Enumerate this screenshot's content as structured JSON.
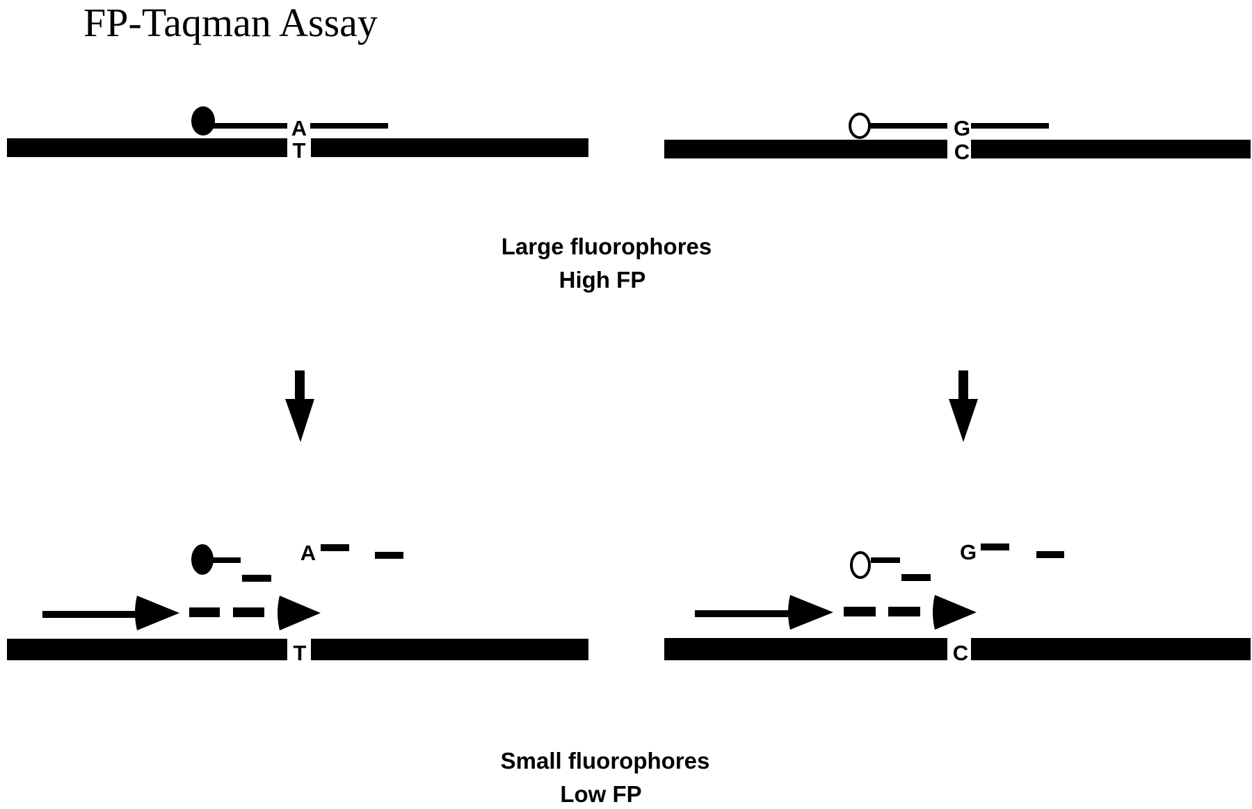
{
  "title": "FP-Taqman Assay",
  "colors": {
    "ink": "#000000",
    "background": "#ffffff"
  },
  "panels": [
    {
      "id": "allele-a",
      "fluorophore": "filled",
      "probe_base": "A",
      "template_base": "T"
    },
    {
      "id": "allele-g",
      "fluorophore": "open",
      "probe_base": "G",
      "template_base": "C"
    }
  ],
  "captions": {
    "before": {
      "line1": "Large fluorophores",
      "line2": "High FP"
    },
    "after": {
      "line1": "Small fluorophores",
      "line2": "Low FP"
    }
  },
  "icons": {
    "step_arrow": "down-arrow-icon",
    "primer_extension": "right-arrow-icon",
    "dye_filled": "filled-circle-icon",
    "dye_open": "open-circle-icon"
  }
}
